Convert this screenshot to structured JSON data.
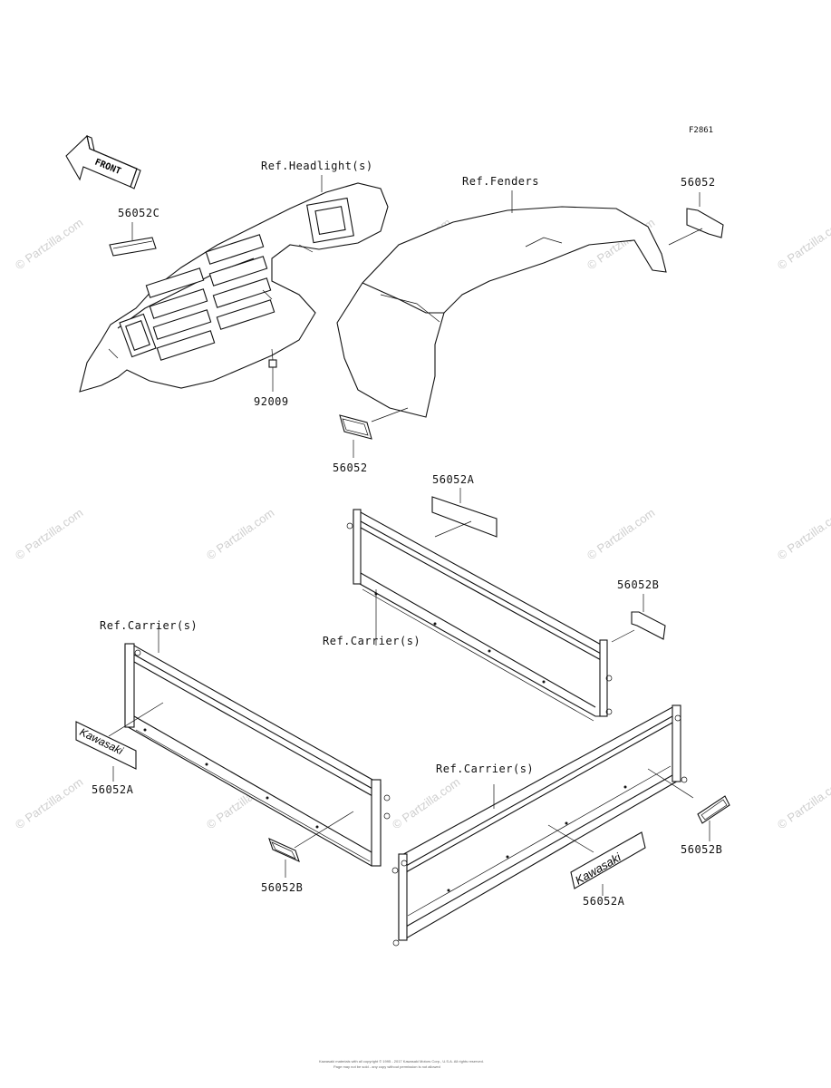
{
  "figure_id": "F2861",
  "front_arrow": "FRONT",
  "labels": {
    "ref_headlights": "Ref.Headlight(s)",
    "ref_fenders": "Ref.Fenders",
    "ref_carrier_top": "Ref.Carrier(s)",
    "ref_carrier_mid": "Ref.Carrier(s)",
    "ref_carrier_bottom": "Ref.Carrier(s)"
  },
  "parts": {
    "p56052c": "56052C",
    "p56052_top": "56052",
    "p92009": "92009",
    "p56052_mid": "56052",
    "p56052a_top": "56052A",
    "p56052b_right": "56052B",
    "p56052a_left": "56052A",
    "p56052b_bottom": "56052B",
    "p56052b_far_right": "56052B",
    "p56052a_bottom": "56052A"
  },
  "decal_text": {
    "kawasaki_left": "Kawasaki",
    "kawasaki_bottom": "Kawasaki"
  },
  "watermark": "© Partzilla.com",
  "footer": {
    "line1": "Kawasaki materials with all copyright © 1995 - 2017 Kawasaki Motors Corp., U.S.A. All rights reserved.",
    "line2": "Page may not be sold - any copy without permission is not allowed"
  }
}
